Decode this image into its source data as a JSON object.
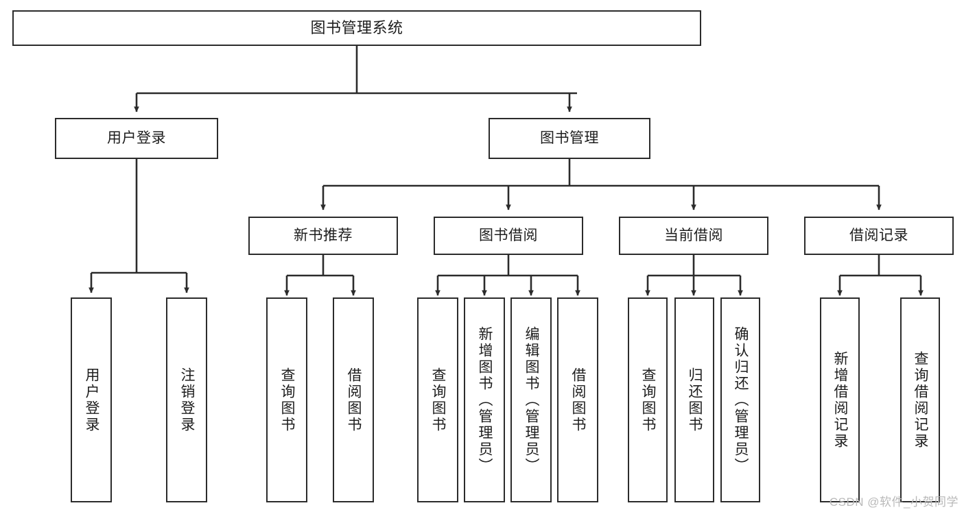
{
  "diagram": {
    "title": "图书管理系统",
    "type": "tree-hierarchy",
    "levels": {
      "root": "图书管理系统",
      "level2": [
        "用户登录",
        "图书管理"
      ],
      "level3": [
        "新书推荐",
        "图书借阅",
        "当前借阅",
        "借阅记录"
      ],
      "leaves": [
        "用户登录",
        "注销登录",
        "查询图书",
        "借阅图书",
        "查询图书",
        "新增图书（管理员）",
        "编辑图书（管理员）",
        "借阅图书",
        "查询图书",
        "归还图书",
        "确认归还（管理员）",
        "新增借阅记录",
        "查询借阅记录"
      ]
    }
  },
  "nodes": {
    "root": {
      "label": "图书管理系统"
    },
    "user_login": {
      "label": "用户登录"
    },
    "book_manage": {
      "label": "图书管理"
    },
    "new_book_rec": {
      "label": "新书推荐"
    },
    "book_borrow": {
      "label": "图书借阅"
    },
    "current_borrow": {
      "label": "当前借阅"
    },
    "borrow_record": {
      "label": "借阅记录"
    },
    "leaf_user_login": {
      "label": "用户登录"
    },
    "leaf_logout": {
      "label": "注销登录"
    },
    "leaf_query_book_1": {
      "label": "查询图书"
    },
    "leaf_borrow_book_1": {
      "label": "借阅图书"
    },
    "leaf_query_book_2": {
      "label": "查询图书"
    },
    "leaf_add_book": {
      "label": "新增图书（管理员）"
    },
    "leaf_edit_book": {
      "label": "编辑图书（管理员）"
    },
    "leaf_borrow_book_2": {
      "label": "借阅图书"
    },
    "leaf_query_book_3": {
      "label": "查询图书"
    },
    "leaf_return_book": {
      "label": "归还图书"
    },
    "leaf_confirm_return": {
      "label": "确认归还（管理员）"
    },
    "leaf_add_record": {
      "label": "新增借阅记录"
    },
    "leaf_query_record": {
      "label": "查询借阅记录"
    }
  },
  "style": {
    "border_color": "#2b2b2b",
    "line_color": "#2b2b2b",
    "text_color": "#1d1d1d",
    "background": "#ffffff",
    "watermark_color": "#b9b9b9"
  },
  "watermark": {
    "text": "CSDN @软件_小贺同学"
  }
}
